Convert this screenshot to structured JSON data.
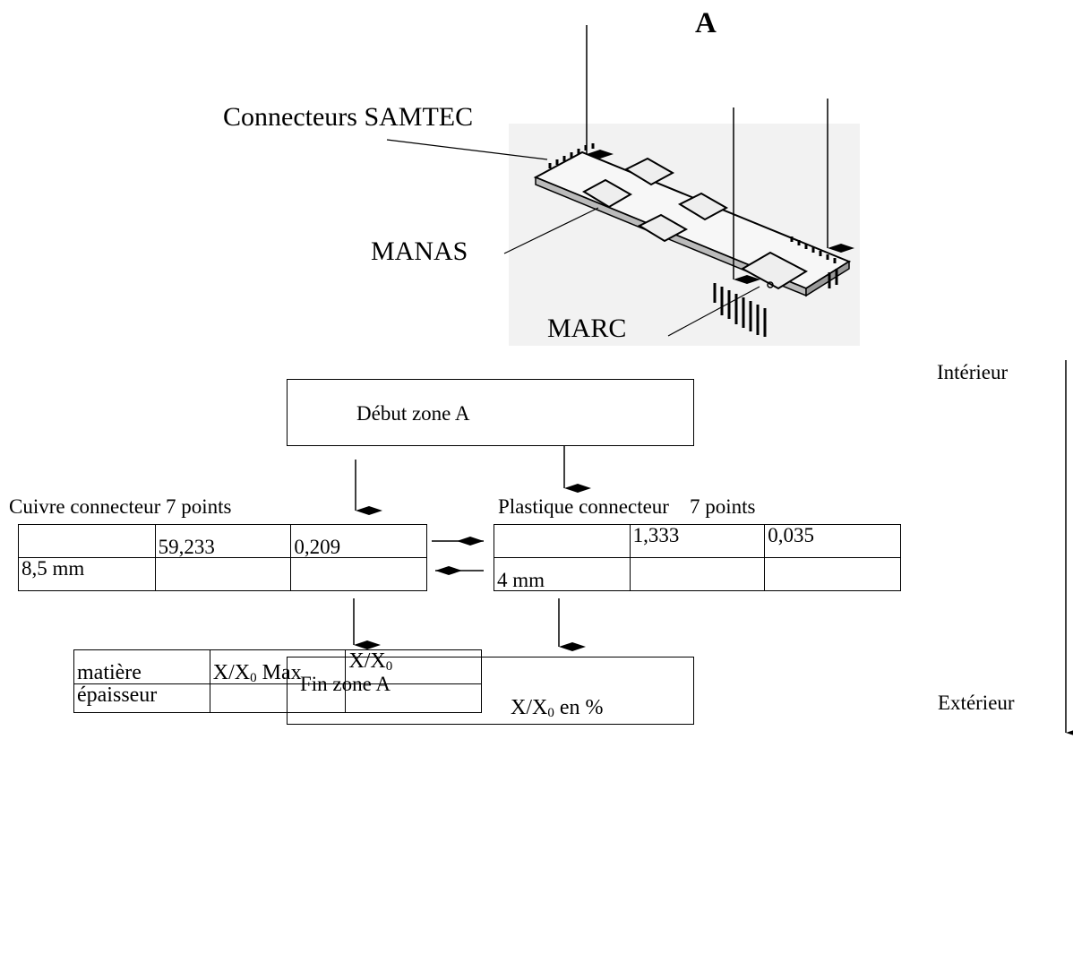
{
  "title": "A",
  "board_labels": {
    "samtec": "Connecteurs SAMTEC",
    "manas": "MANAS",
    "marc": "MARC"
  },
  "direction": {
    "inner": "Intérieur",
    "outer": "Extérieur"
  },
  "flow": {
    "start": "Début zone A",
    "end": "Fin zone A"
  },
  "copper": {
    "title": "Cuivre connecteur 7 points",
    "xx0_max": "59,233",
    "xx0": "0,209",
    "thickness": "8,5 mm"
  },
  "plastic": {
    "title": "Plastique connecteur    7 points",
    "xx0_max": "1,333",
    "xx0": "0,035",
    "thickness": "4 mm"
  },
  "legend": {
    "material": "matière",
    "thickness": "épaisseur",
    "x": "X/X",
    "sub": "0",
    "max": " Max",
    "percent_label": " en %"
  }
}
